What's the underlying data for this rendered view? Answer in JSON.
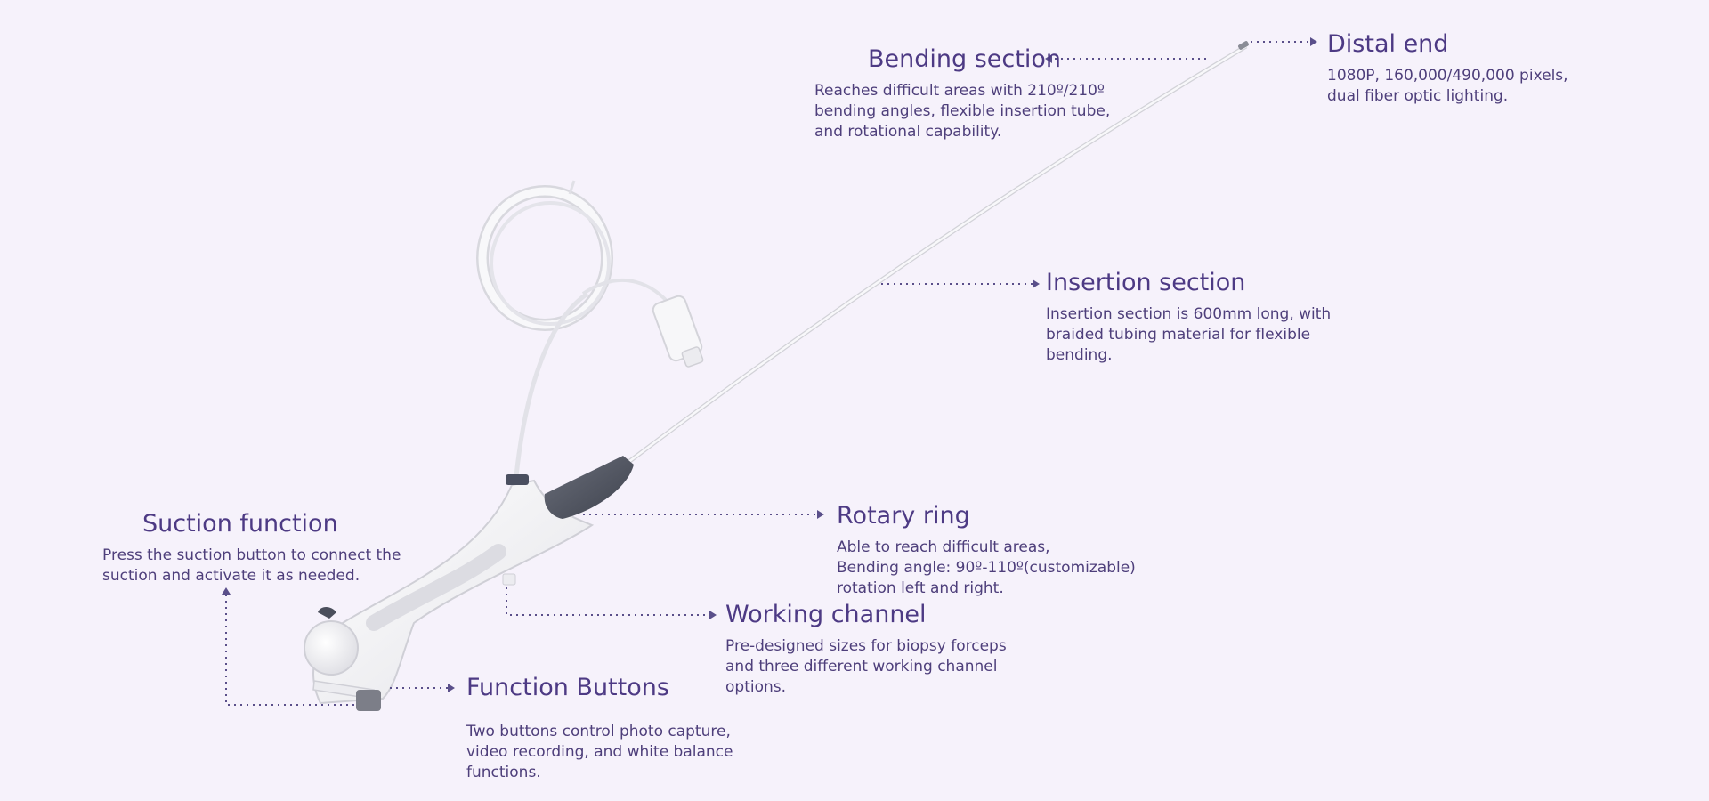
{
  "callouts": {
    "bending_section": {
      "title": "Bending section",
      "description": "Reaches difficult areas with 210º/210º\nbending angles, flexible insertion tube,\nand rotational capability."
    },
    "distal_end": {
      "title": "Distal end",
      "description": "1080P, 160,000/490,000 pixels,\ndual fiber optic lighting."
    },
    "insertion_section": {
      "title": "Insertion section",
      "description": "Insertion section is 600mm long, with\nbraided tubing material for flexible\nbending."
    },
    "rotary_ring": {
      "title": "Rotary ring",
      "description": "Able to reach difficult areas,\nBending angle: 90º-110º(customizable)\nrotation left and right."
    },
    "working_channel": {
      "title": "Working channel",
      "description": "Pre-designed sizes for biopsy forceps\nand three different working channel\noptions."
    },
    "function_buttons": {
      "title": "Function Buttons",
      "description": "Two buttons control photo capture,\nvideo recording, and white balance\nfunctions."
    },
    "suction_function": {
      "title": "Suction function",
      "description": "Press the suction button to connect the\nsuction and activate it as needed."
    }
  },
  "colors": {
    "background": "#f6f2fb",
    "heading": "#4d3a84",
    "body_text": "#4e3f7b",
    "leader_line": "#5a4f8a",
    "device_body": "#f4f4f6",
    "rotary_ring": "#4b4f5c"
  }
}
